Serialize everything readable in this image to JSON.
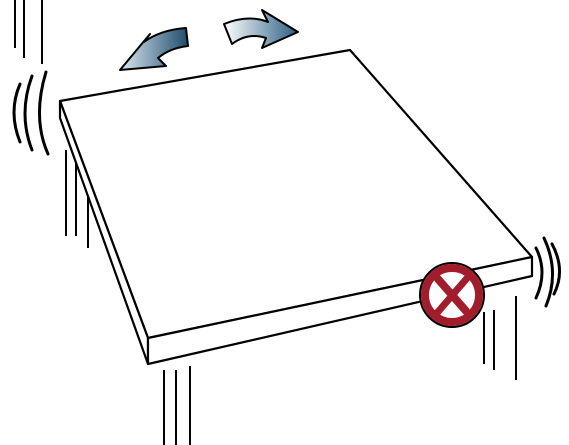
{
  "illustration": {
    "subject": "wobbly table",
    "elements": [
      "table-top",
      "table-legs",
      "rotate-arrow-left-icon",
      "rotate-arrow-right-icon",
      "vibration-marks",
      "prohibited-x-icon"
    ]
  },
  "colors": {
    "outline": "#000000",
    "table_fill": "#ffffff",
    "arrow_fill_light": "#dce8f0",
    "arrow_fill_dark": "#1e4d6e",
    "prohibit_red": "#a11d2b"
  }
}
